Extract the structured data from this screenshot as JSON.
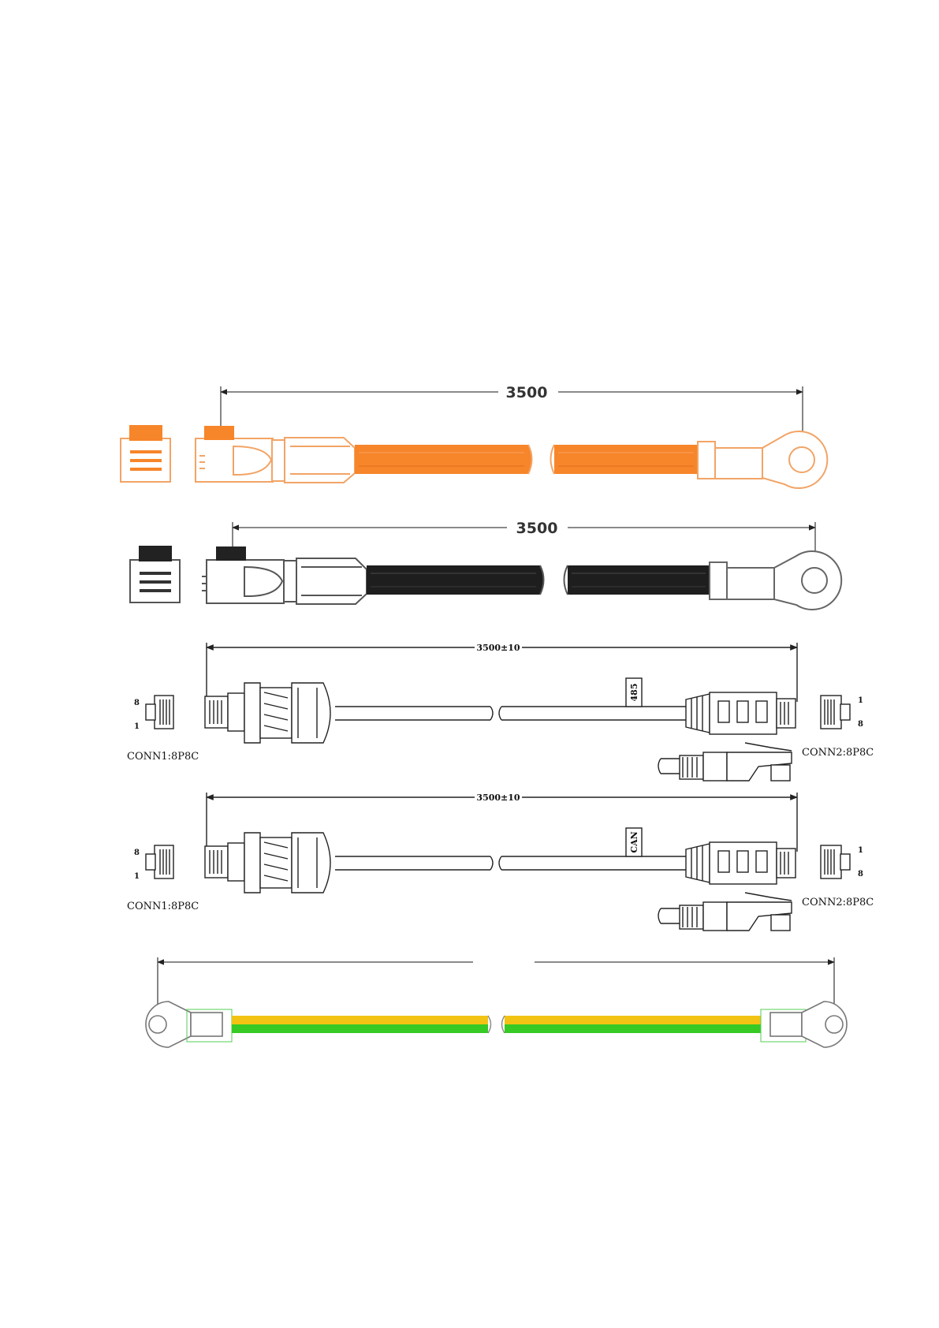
{
  "colors": {
    "positive_cable": "#f7852a",
    "positive_outline": "#f2a466",
    "negative_cable": "#1e1e1e",
    "negative_outline": "#555555",
    "line_drawing": "#222222",
    "ground_yellow": "#f2c313",
    "ground_green": "#37c924",
    "ground_outline": "#55cc55"
  },
  "cables": {
    "positive": {
      "length_label": "3500"
    },
    "negative": {
      "length_label": "3500"
    },
    "comm_485": {
      "length_label": "3500±10",
      "tag": "485",
      "conn1_label": "CONN1:8P8C",
      "conn2_label": "CONN2:8P8C",
      "conn1_pin_top": "8",
      "conn1_pin_bottom": "1",
      "conn2_pin_top": "1",
      "conn2_pin_bottom": "8"
    },
    "comm_can": {
      "length_label": "3500±10",
      "tag": "CAN",
      "conn1_label": "CONN1:8P8C",
      "conn2_label": "CONN2:8P8C",
      "conn1_pin_top": "8",
      "conn1_pin_bottom": "1",
      "conn2_pin_top": "1",
      "conn2_pin_bottom": "8"
    }
  },
  "icons": [
    "rj45-plug-icon",
    "ring-terminal-icon",
    "waterproof-gland-icon",
    "power-plug-icon"
  ]
}
